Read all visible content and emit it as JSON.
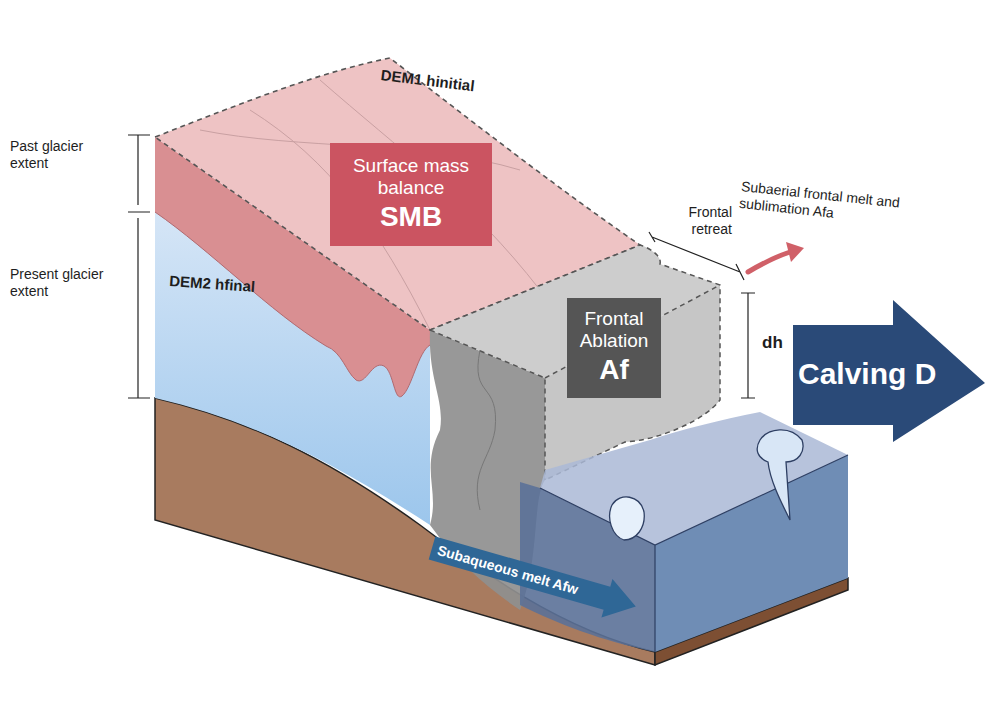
{
  "diagram": {
    "nodes": [
      {
        "text": [
          "Surface mass balance",
          "SMB"
        ]
      },
      {
        "text": [
          "Frontal Ablation",
          "Af"
        ]
      },
      {
        "text": [
          "Calving D"
        ]
      },
      {
        "text": [
          "Subaqueous melt Afw"
        ]
      }
    ],
    "labels": [
      "DEM1 hinitial",
      "Past glacier extent",
      "Present glacier extent",
      "DEM2 hfinal",
      "Frontal retreat",
      "Subaerial frontal melt and sublimation Afa",
      "dh"
    ]
  }
}
